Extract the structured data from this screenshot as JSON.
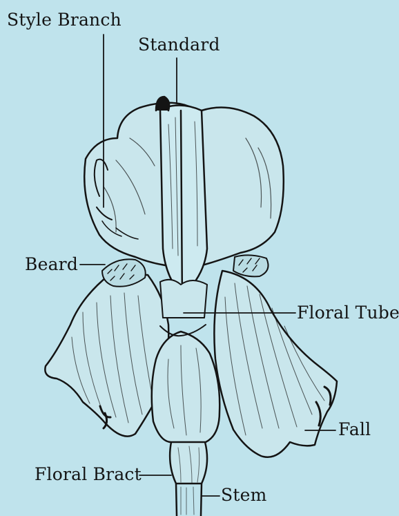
{
  "diagram": {
    "background": "#bfe3ec",
    "ink": "#141414",
    "labels": {
      "style_branch": "Style Branch",
      "standard": "Standard",
      "beard": "Beard",
      "floral_tube": "Floral Tube",
      "fall": "Fall",
      "floral_bract": "Floral Bract",
      "stem": "Stem"
    }
  }
}
